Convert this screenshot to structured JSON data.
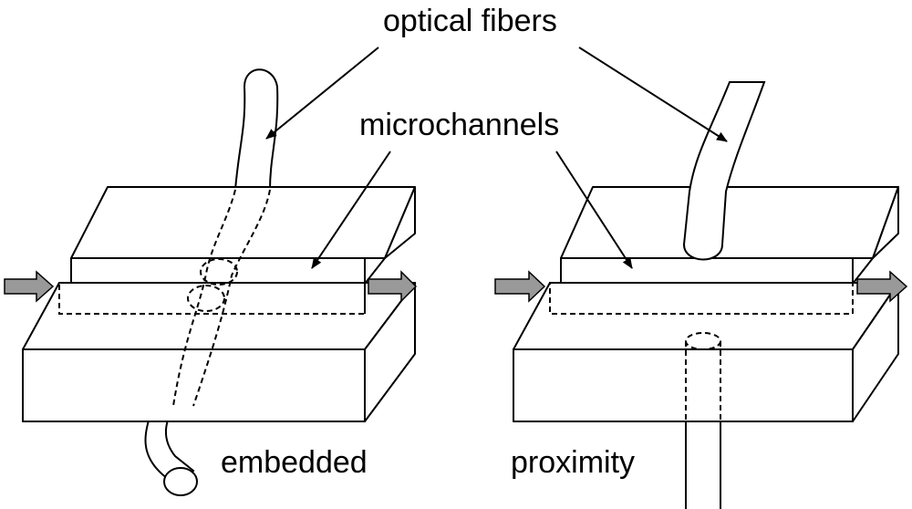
{
  "labels": {
    "optical_fibers": "optical fibers",
    "microchannels": "microchannels",
    "embedded": "embedded",
    "proximity": "proximity"
  },
  "colors": {
    "arrow_fill": "#999999",
    "line": "#000000",
    "background": "#ffffff"
  },
  "icons": {
    "flow_arrow": "block-arrow-right"
  }
}
